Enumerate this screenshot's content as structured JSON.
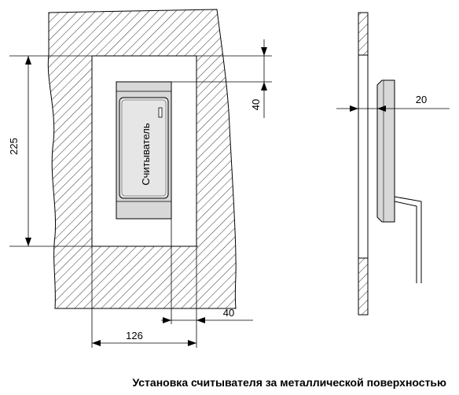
{
  "diagram": {
    "reader_label": "Считыватель",
    "dimensions": {
      "height_total": "225",
      "gap_top": "40",
      "width_opening": "126",
      "gap_side": "40",
      "side_offset": "20"
    }
  },
  "caption": "Установка считывателя за металлической поверхностью"
}
